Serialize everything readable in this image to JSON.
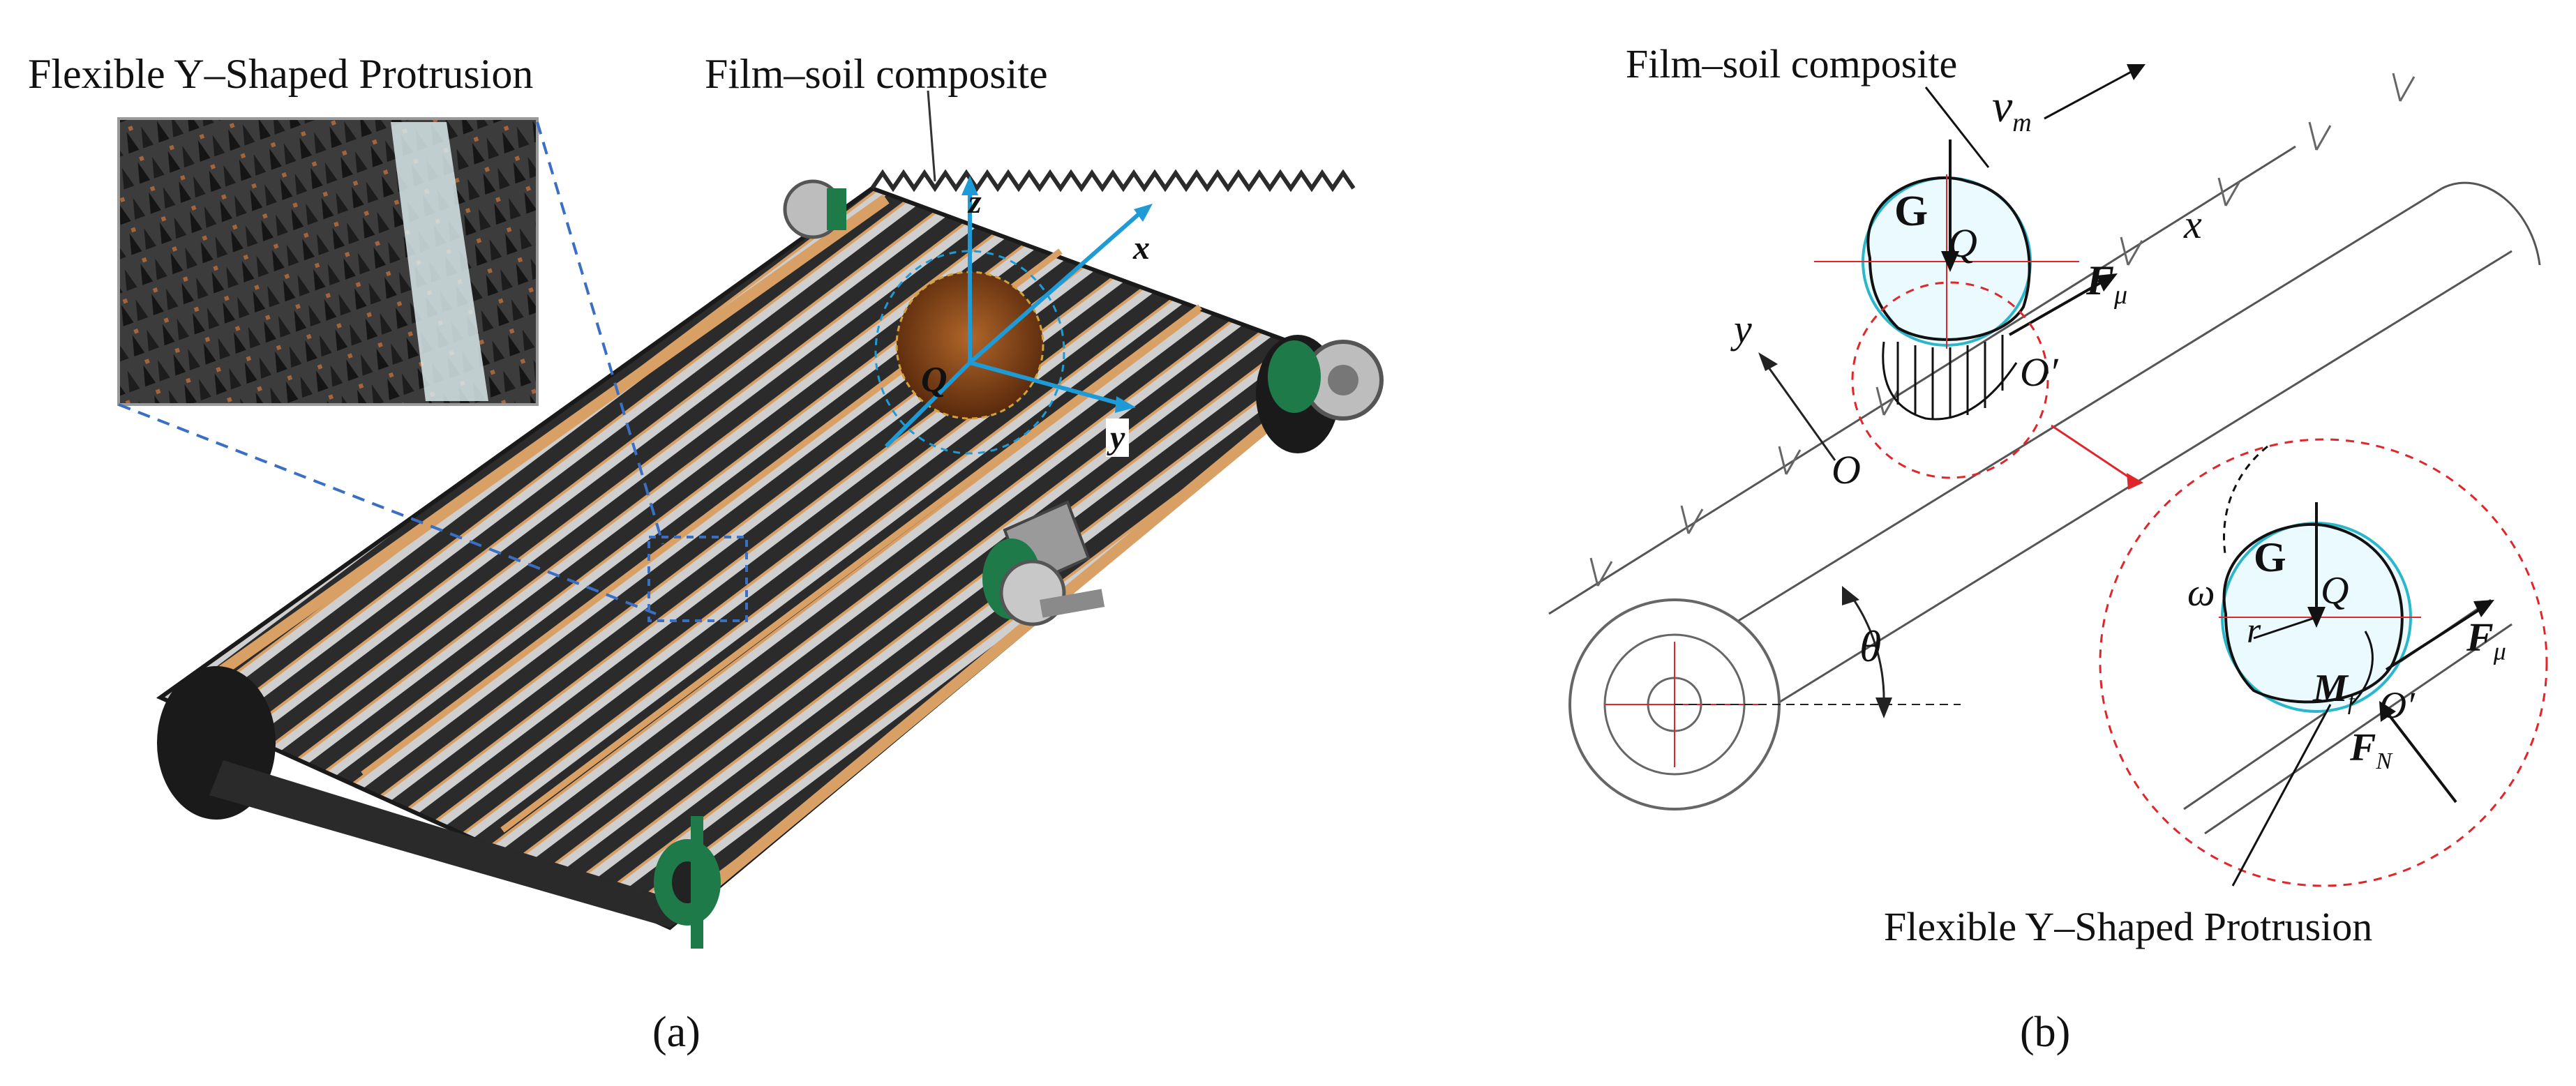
{
  "panel_a": {
    "callout_protrusion": "Flexible Y–Shaped Protrusion",
    "callout_composite": "Film–soil composite",
    "axis_z": "z",
    "axis_x": "x",
    "axis_y": "y",
    "center_label": "Q",
    "caption": "(a)"
  },
  "panel_b": {
    "callout_composite": "Film–soil composite",
    "callout_protrusion": "Flexible Y–Shaped Protrusion",
    "velocity_v": "v",
    "velocity_sub": "m",
    "force_G": "G",
    "point_Q": "Q",
    "force_F": "F",
    "force_F_sub": "μ",
    "point_O_prime": "O′",
    "axis_x": "x",
    "axis_y": "y",
    "origin_O": "O",
    "angle_theta": "θ",
    "zoom_G": "G",
    "zoom_Q": "Q",
    "zoom_omega": "ω",
    "zoom_r": "r",
    "zoom_F": "F",
    "zoom_F_sub": "μ",
    "zoom_M": "M",
    "zoom_M_sub": "f",
    "zoom_O_prime": "O′",
    "zoom_FN": "F",
    "zoom_FN_sub": "N",
    "caption": "(b)"
  },
  "colors": {
    "belt_orange": "#d9a066",
    "rod_dark": "#2b2b2b",
    "roller_black": "#1a1a1a",
    "bearing_green": "#1f7a4a",
    "axis_blue": "#1e9bd7",
    "composite_brown": "#8a4a1c",
    "callout_blue": "#3a6fc4",
    "zoom_red": "#e0262a",
    "cyan_outline": "#2bb7c9"
  }
}
